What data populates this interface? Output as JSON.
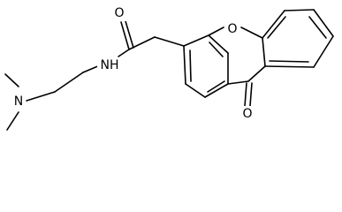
{
  "structure": {
    "labels": {
      "amine_n": "N",
      "amide_nh": "NH",
      "amide_o": "O",
      "ring_o": "O",
      "ketone_o": "O"
    }
  }
}
